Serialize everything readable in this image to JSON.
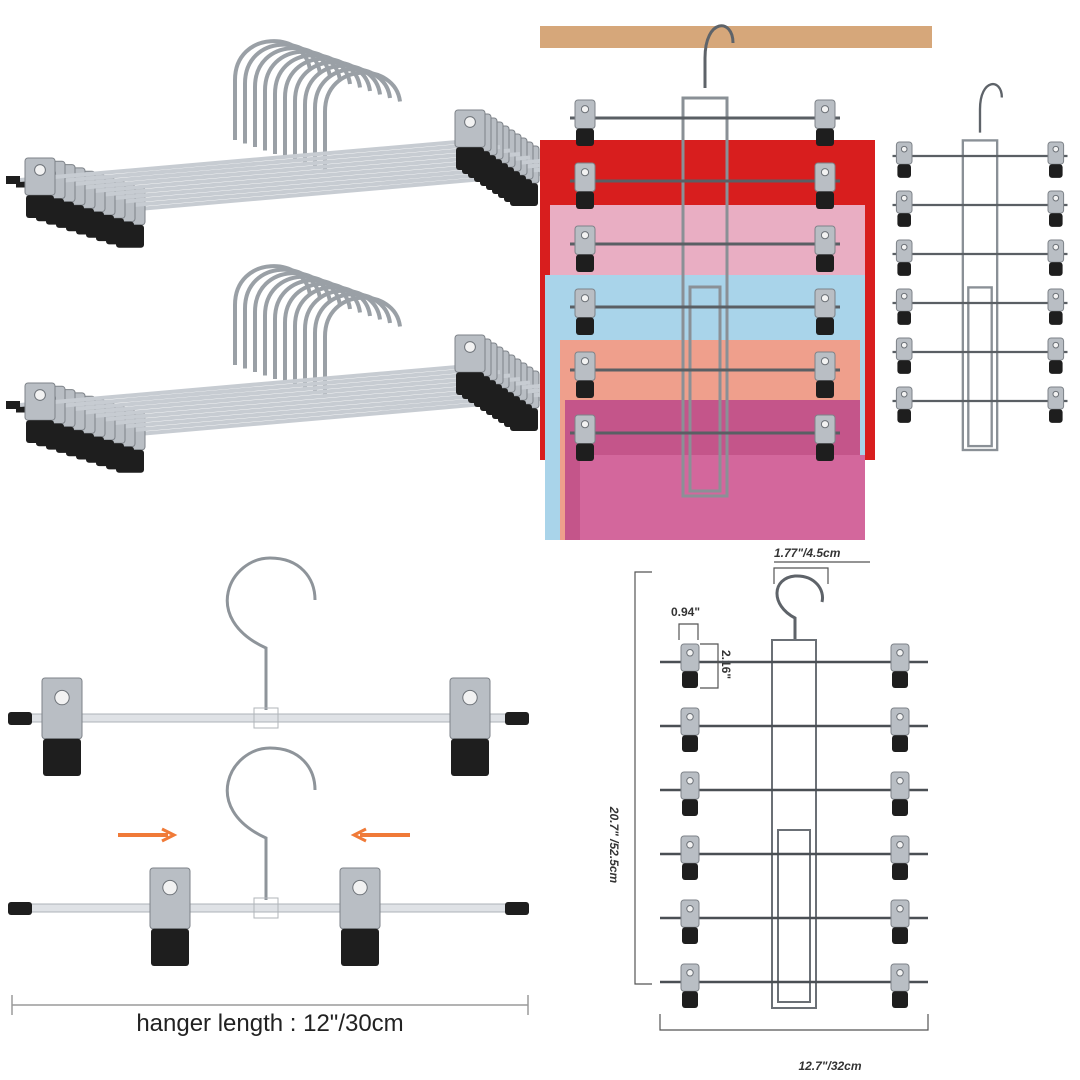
{
  "image": {
    "panels": {
      "stacked_hangers": {
        "rows": 2,
        "hangers_per_row": 10
      },
      "tiered_photo": {
        "skirt_colors": [
          "#d81e1e",
          "#e9aec3",
          "#a9d4ea",
          "#ef9f8c",
          "#c4558a",
          "#d3679c"
        ]
      },
      "single_hanger": {
        "length_label": "hanger length :  12\"/30cm"
      },
      "dimensions": {
        "top_width": "1.77\"/4.5cm",
        "clip_width": "0.94\"",
        "clip_height": "2.16\"",
        "total_height": "20.7\" /52.5cm",
        "total_width": "12.7\"/32cm",
        "tiers": 6
      }
    },
    "colors": {
      "rod": "#c7ccd2",
      "clip": "#b9bec4",
      "clip_pad": "#1e1e1e",
      "hook": "#9aa0a6",
      "arrow": "#f07a38",
      "wood": "#d6a77a"
    }
  }
}
